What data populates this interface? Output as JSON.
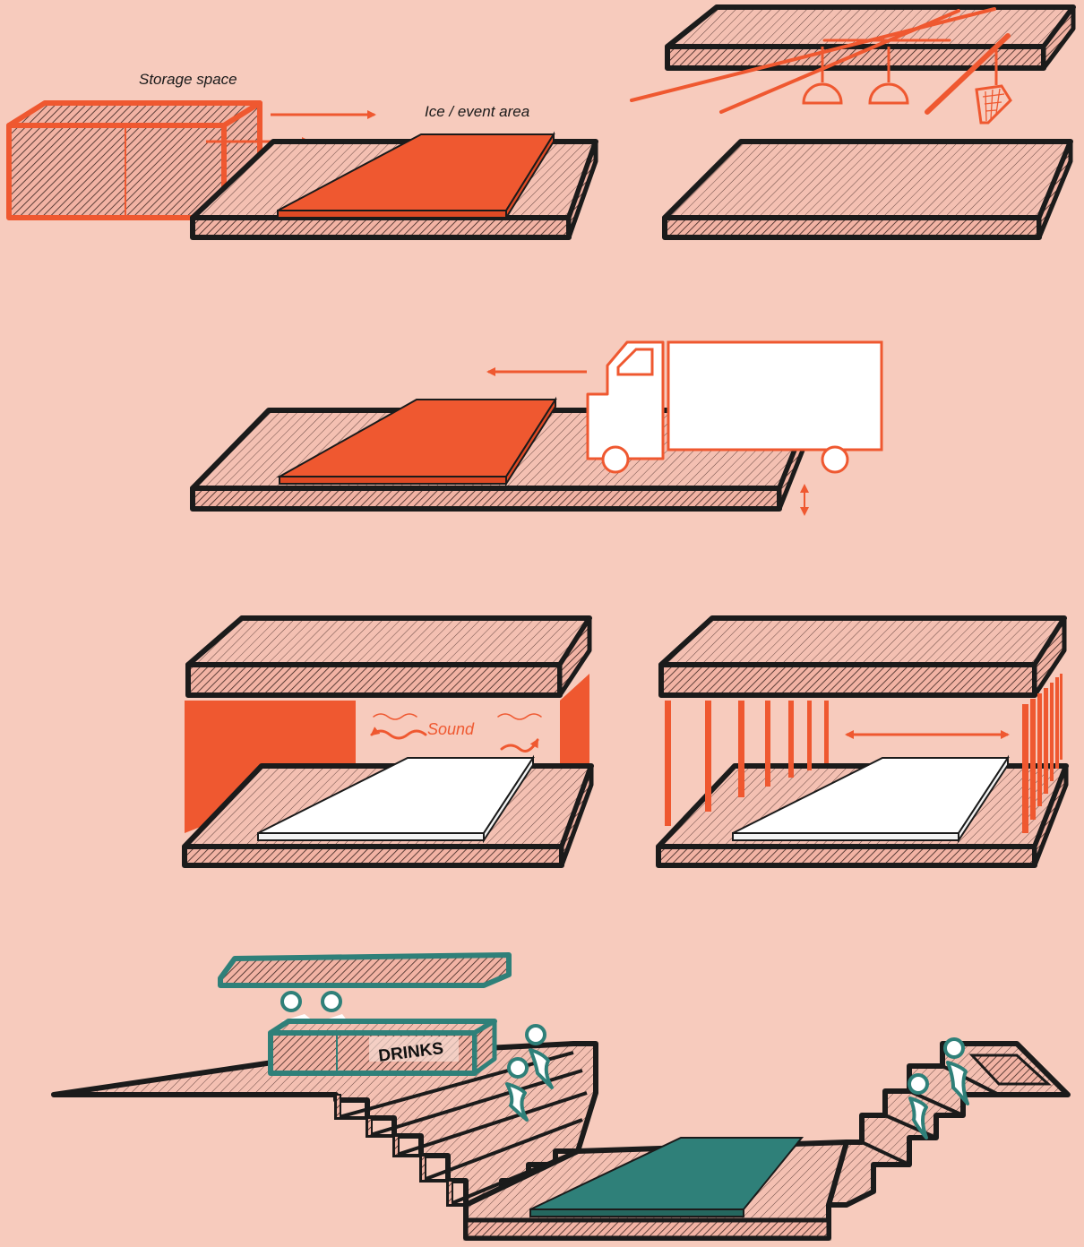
{
  "colors": {
    "background": "#f7cbbd",
    "accent": "#ef5830",
    "teal": "#2f8079",
    "outline": "#1b1b1b",
    "white": "#ffffff"
  },
  "labels": {
    "storage": "Storage space",
    "ice_area": "Ice / event area",
    "sound": "Sound",
    "drinks": "DRINKS"
  }
}
